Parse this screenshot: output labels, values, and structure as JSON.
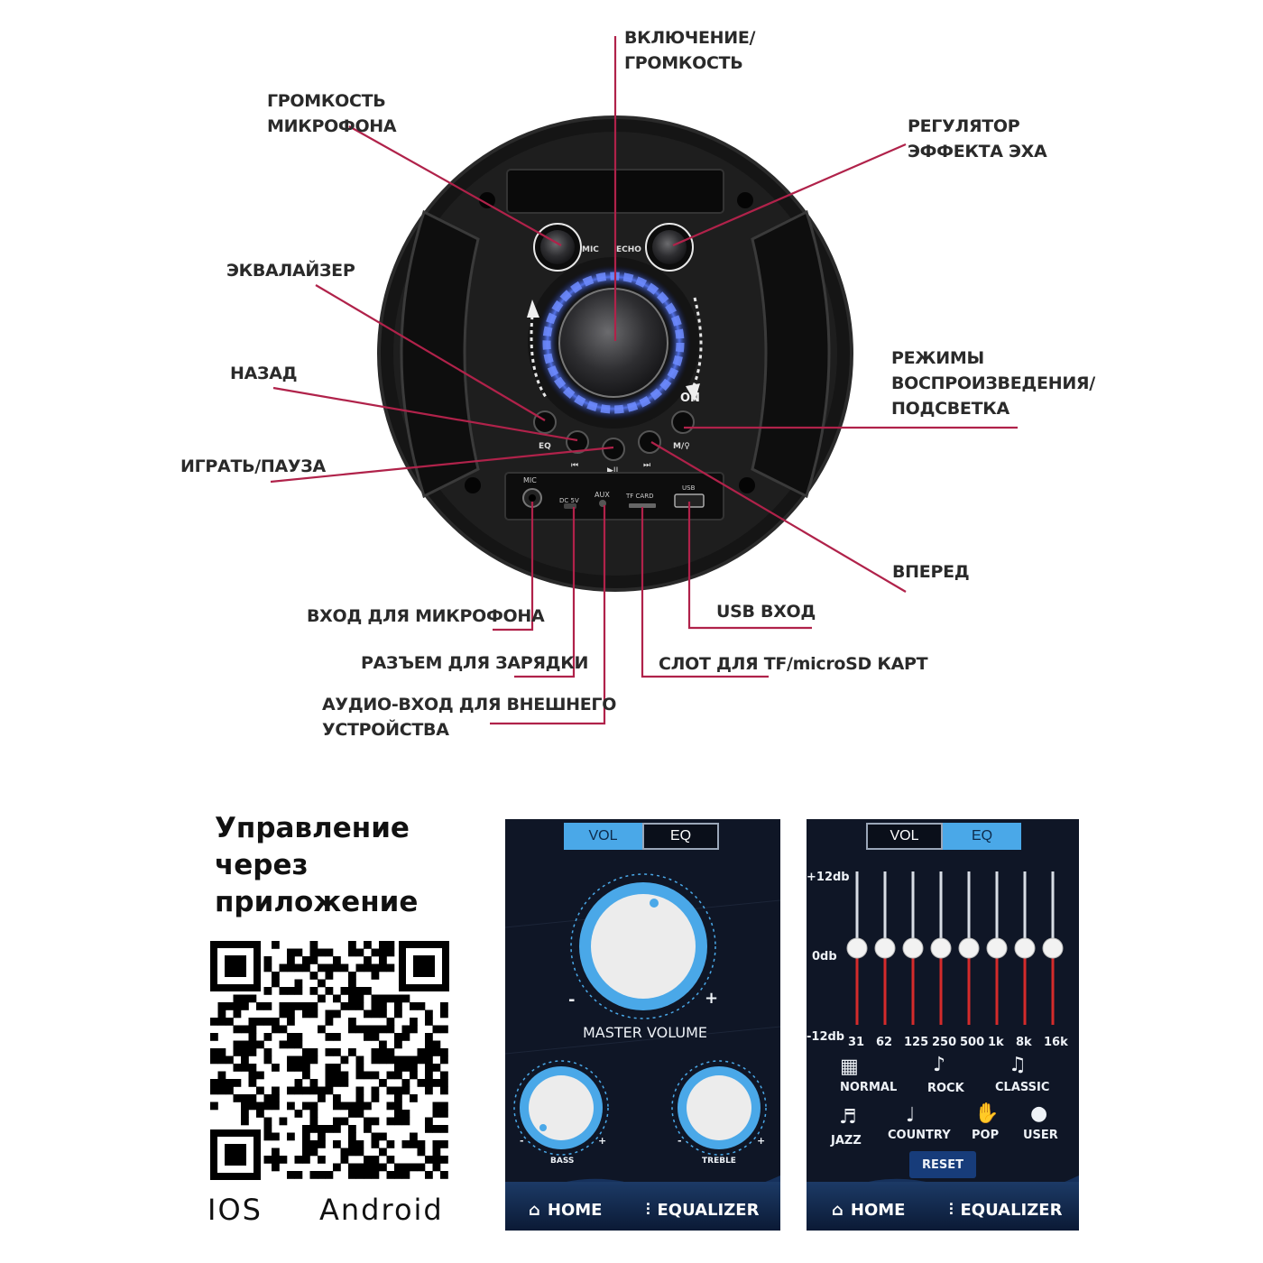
{
  "colors": {
    "leader_line": "#b0224a",
    "accent_blue": "#4aa8e8",
    "app_bg": "#0f1626"
  },
  "labels": {
    "power_volume": "ВКЛЮЧЕНИЕ/\nГРОМКОСТЬ",
    "mic_volume": "ГРОМКОСТЬ\nМИКРОФОНА",
    "echo": "РЕГУЛЯТОР\nЭФФЕКТА ЭХА",
    "equalizer": "ЭКВАЛАЙЗЕР",
    "back": "НАЗАД",
    "play_pause": "ИГРАТЬ/ПАУЗА",
    "modes": "РЕЖИМЫ\nВОСПРОИЗВЕДЕНИЯ/\nПОДСВЕТКА",
    "forward": "ВПЕРЕД",
    "mic_input": "ВХОД ДЛЯ МИКРОФОНА",
    "usb_input": "USB ВХОД",
    "charging": "РАЗЪЕМ ДЛЯ ЗАРЯДКИ",
    "card_slot": "СЛОТ ДЛЯ TF/microSD КАРТ",
    "aux": "АУДИО-ВХОД ДЛЯ ВНЕШНЕГО\nУСТРОЙСТВА"
  },
  "speaker": {
    "knob_mic": "MIC",
    "knob_echo": "ECHO",
    "on": "ON",
    "btn_eq": "EQ",
    "btn_prev": "⏮",
    "btn_play": "▶II",
    "btn_next": "⏭",
    "btn_mode": "M/♀",
    "port_mic": "MIC",
    "port_dc": "DC 5V",
    "port_aux": "AUX",
    "port_tf": "TF CARD",
    "port_usb": "USB"
  },
  "app_section": {
    "title": "Управление\nчерез\nприложение",
    "ios": "IOS",
    "android": "Android"
  },
  "app_vol": {
    "tab_vol": "VOL",
    "tab_eq": "EQ",
    "active_tab": "VOL",
    "master_label": "MASTER VOLUME",
    "minus": "-",
    "plus": "+",
    "bass_label": "BASS",
    "treble_label": "TREBLE",
    "nav_home": "HOME",
    "nav_equalizer": "EQUALIZER"
  },
  "app_eq": {
    "tab_vol": "VOL",
    "tab_eq": "EQ",
    "active_tab": "EQ",
    "scale_top": "+12db",
    "scale_mid": "0db",
    "scale_bottom": "-12db",
    "bands": [
      {
        "freq": "31",
        "gain_db": 0
      },
      {
        "freq": "62",
        "gain_db": 0
      },
      {
        "freq": "125",
        "gain_db": 0
      },
      {
        "freq": "250",
        "gain_db": 0
      },
      {
        "freq": "500",
        "gain_db": 0
      },
      {
        "freq": "1k",
        "gain_db": 0
      },
      {
        "freq": "8k",
        "gain_db": 0
      },
      {
        "freq": "16k",
        "gain_db": 0
      }
    ],
    "presets_row1": [
      "NORMAL",
      "ROCK",
      "CLASSIC"
    ],
    "presets_row2": [
      "JAZZ",
      "COUNTRY",
      "POP",
      "USER"
    ],
    "reset": "RESET",
    "nav_home": "HOME",
    "nav_equalizer": "EQUALIZER"
  }
}
